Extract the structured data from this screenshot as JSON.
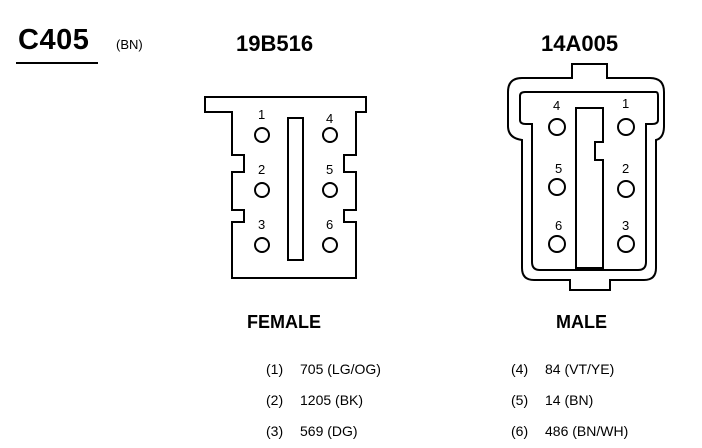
{
  "connector": {
    "id": "C405",
    "color_code": "(BN)"
  },
  "female": {
    "part_number": "19B516",
    "label": "FEMALE",
    "cavity_numbers": [
      "1",
      "2",
      "3",
      "4",
      "5",
      "6"
    ]
  },
  "male": {
    "part_number": "14A005",
    "label": "MALE",
    "cavity_numbers": [
      "4",
      "5",
      "6",
      "1",
      "2",
      "3"
    ]
  },
  "pinout": [
    {
      "pin": "(1)",
      "circuit": "705 (LG/OG)"
    },
    {
      "pin": "(2)",
      "circuit": "1205 (BK)"
    },
    {
      "pin": "(3)",
      "circuit": "569 (DG)"
    },
    {
      "pin": "(4)",
      "circuit": "84 (VT/YE)"
    },
    {
      "pin": "(5)",
      "circuit": "14 (BN)"
    },
    {
      "pin": "(6)",
      "circuit": "486 (BN/WH)"
    }
  ],
  "colors": {
    "line": "#000000",
    "background": "#ffffff"
  }
}
